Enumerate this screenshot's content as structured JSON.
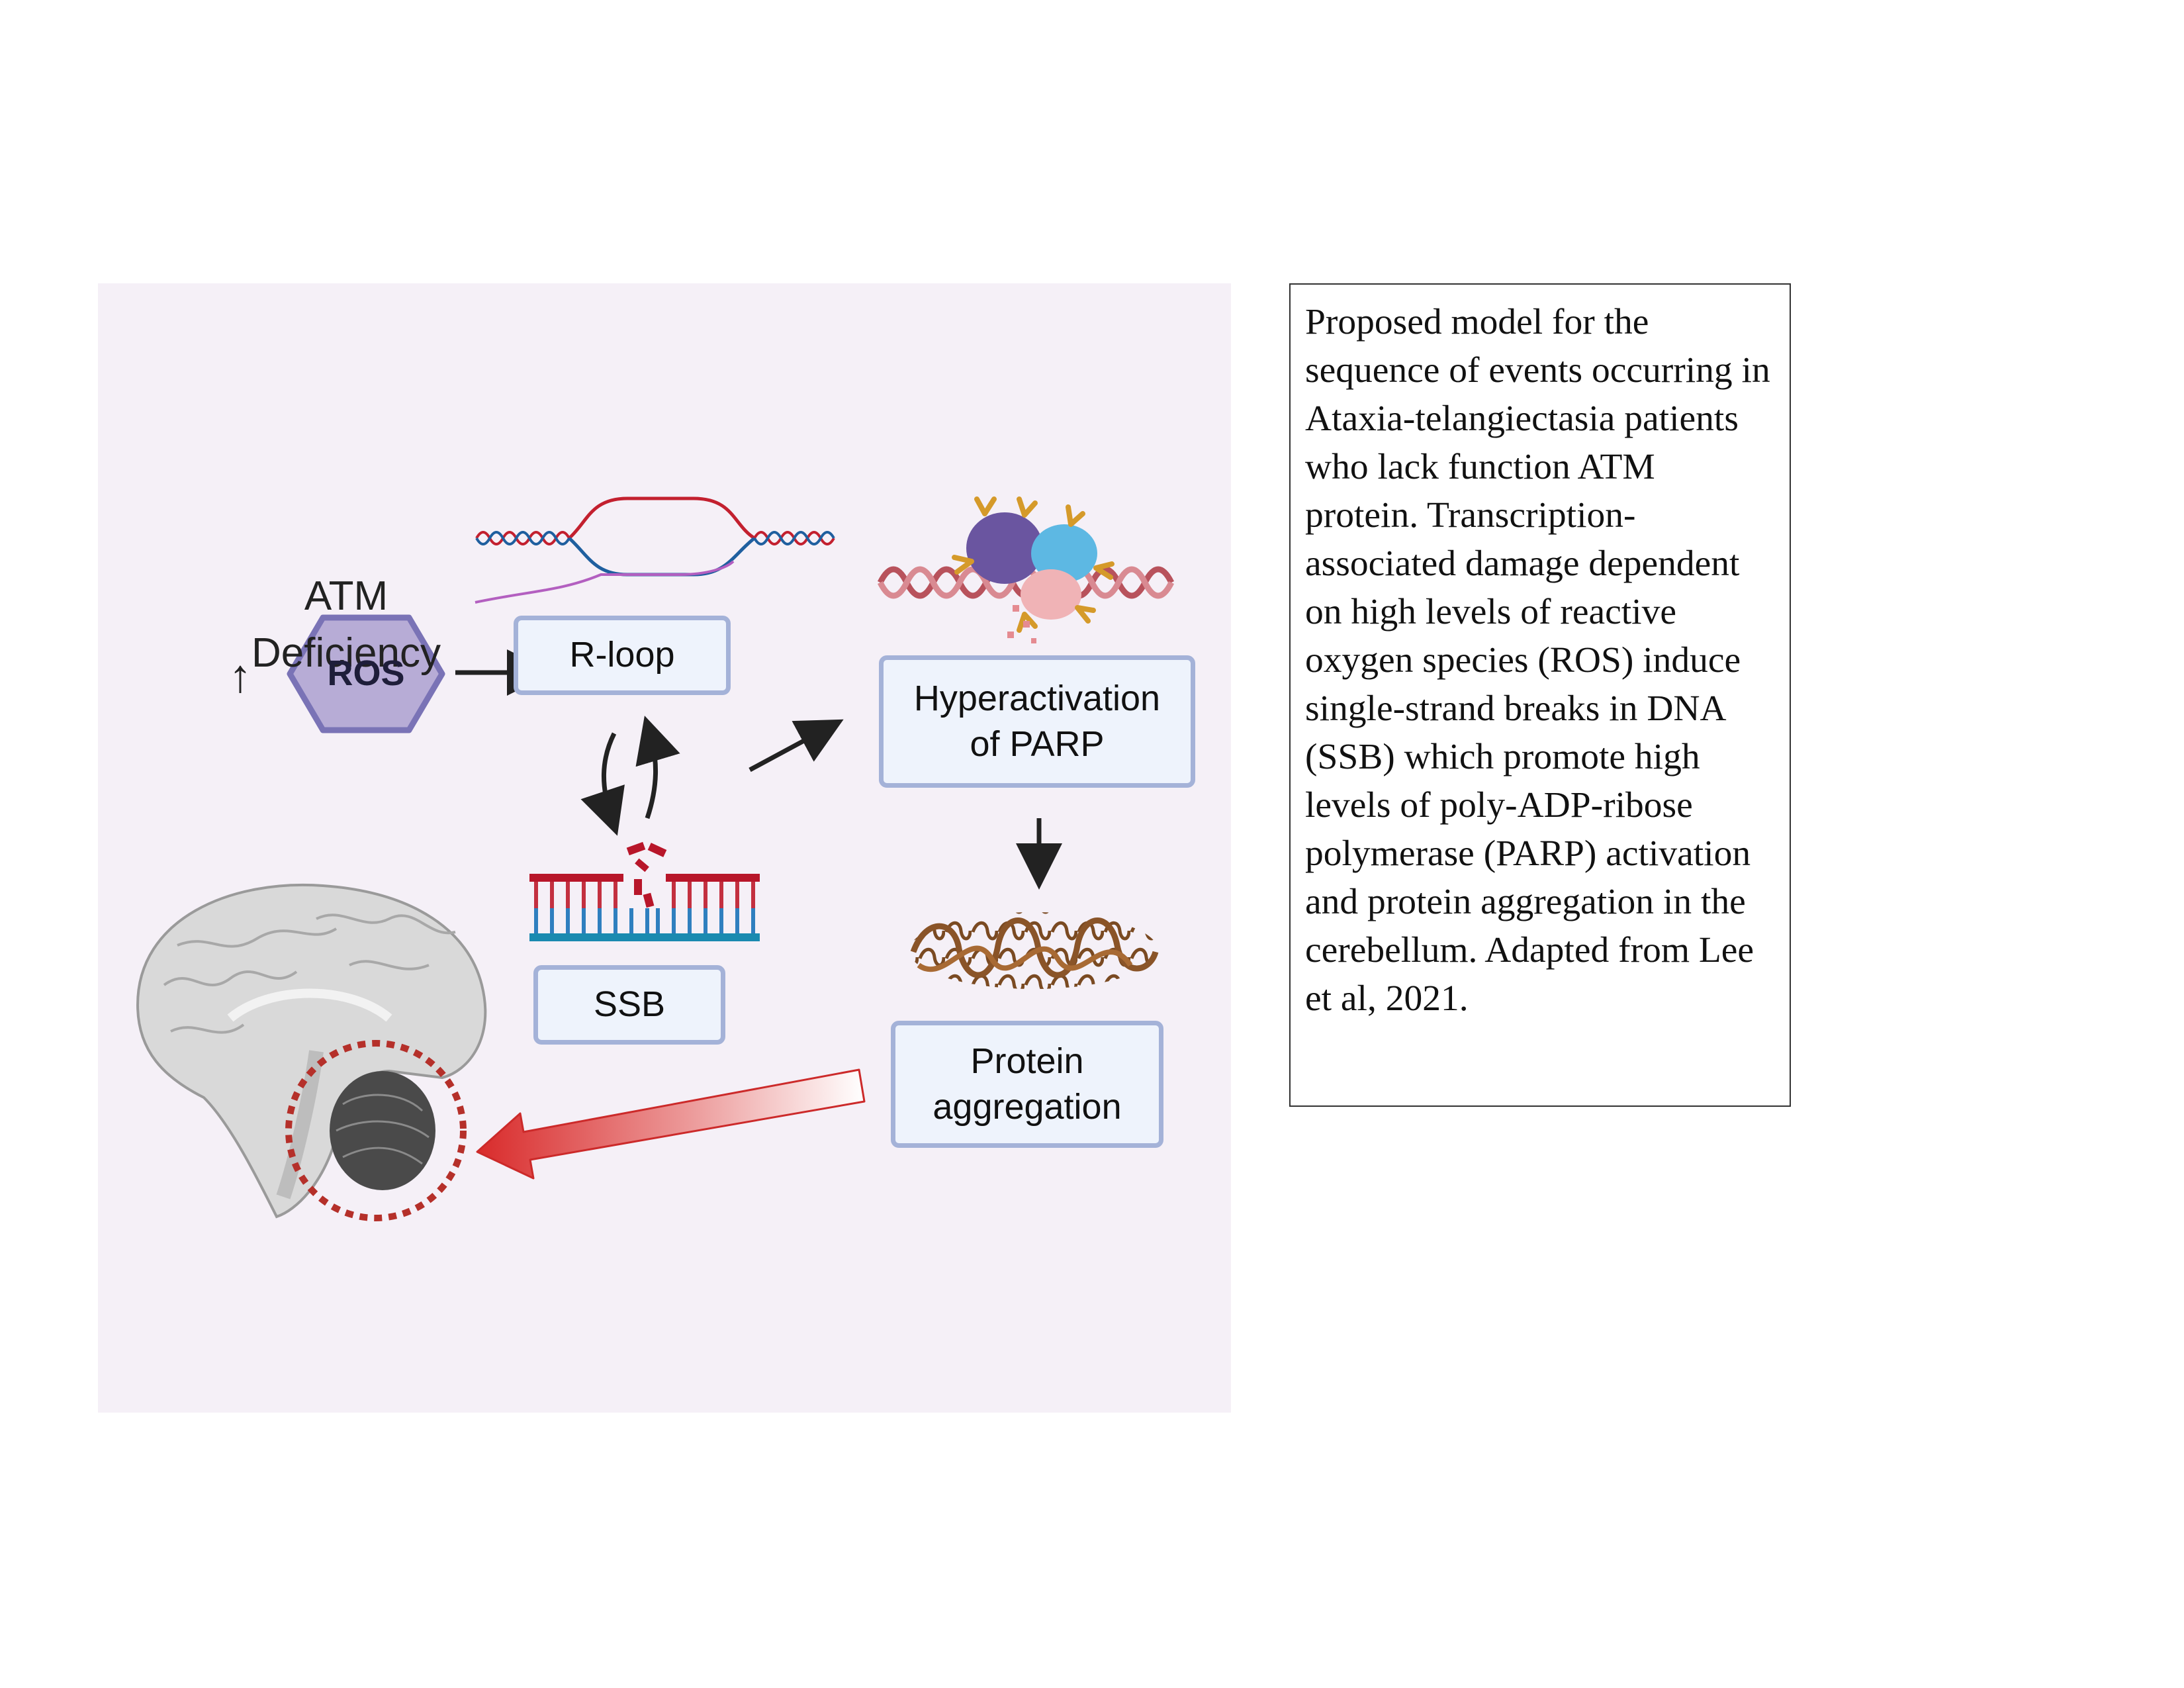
{
  "figure": {
    "atm_label": "ATM\nDeficiency",
    "increase_arrow": "↑",
    "ros_label": "ROS",
    "nodes": {
      "rloop": "R-loop",
      "ssb": "SSB",
      "parp": "Hyperactivation\nof PARP",
      "aggregation": "Protein\naggregation"
    },
    "icons": [
      "dna-rloop-icon",
      "ssb-dna-icon",
      "parp-protein-icon",
      "protein-aggregate-icon",
      "brain-cerebellum-icon"
    ],
    "colors": {
      "panel_background": "#f5f0f7",
      "node_fill": "#eef3fc",
      "node_border": "#a4b2d8",
      "ros_fill": "#b7acd6",
      "ros_border": "#7a73b6",
      "dna_red": "#c3202f",
      "dna_blue": "#1f5f9f",
      "dotted_circle": "#b5302a",
      "big_arrow": "#d92b2b"
    }
  },
  "caption": {
    "text": "Proposed model for the sequence of events occurring in Ataxia-telangiectasia patients who lack function ATM protein. Transcription-associated damage dependent on high levels of reactive oxygen species (ROS) induce single-strand breaks in DNA (SSB) which promote high levels of poly-ADP-ribose polymerase (PARP) activation and protein aggregation in the cerebellum. Adapted from Lee et al, 2021."
  }
}
